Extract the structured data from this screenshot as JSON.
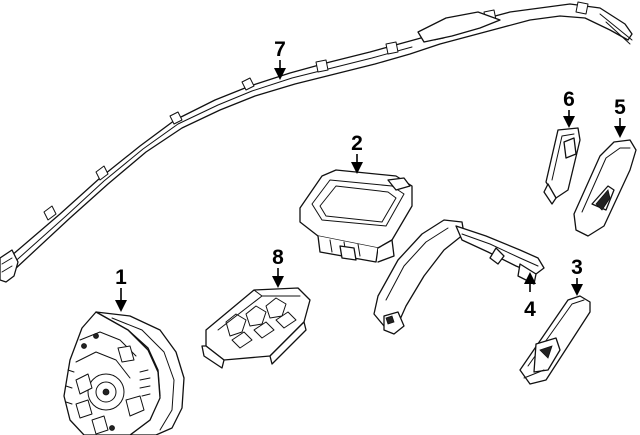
{
  "diagram": {
    "parts": [
      {
        "id": "part-1",
        "number": "1"
      },
      {
        "id": "part-2",
        "number": "2"
      },
      {
        "id": "part-3",
        "number": "3"
      },
      {
        "id": "part-4",
        "number": "4"
      },
      {
        "id": "part-5",
        "number": "5"
      },
      {
        "id": "part-6",
        "number": "6"
      },
      {
        "id": "part-7",
        "number": "7"
      },
      {
        "id": "part-8",
        "number": "8"
      }
    ]
  }
}
